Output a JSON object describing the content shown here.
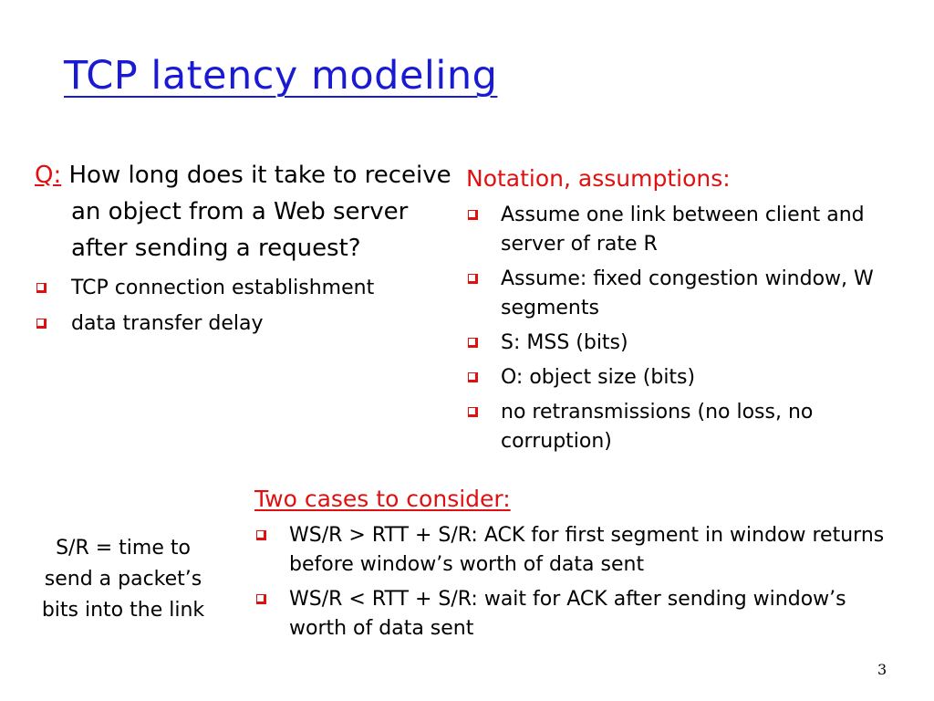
{
  "title": "TCP latency modeling",
  "question": {
    "label": "Q:",
    "text": "How long does it take to receive an object from a Web server after sending a request?",
    "bullets": [
      "TCP connection establishment",
      "data transfer delay"
    ]
  },
  "notation": {
    "heading": "Notation, assumptions:",
    "bullets": [
      "Assume one link between client and server of rate R",
      "Assume: fixed congestion window, W segments",
      "S: MSS (bits)",
      "O: object size (bits)",
      "no retransmissions (no loss, no corruption)"
    ]
  },
  "cases": {
    "heading": "Two cases to consider:",
    "bullets": [
      "WS/R > RTT + S/R: ACK for first segment in window returns before window’s worth of data sent",
      "WS/R < RTT + S/R: wait for ACK after sending window’s worth of data sent"
    ]
  },
  "side_note": "S/R = time to send a packet’s bits into the link",
  "page_number": "3",
  "colors": {
    "title": "#1a1ad4",
    "accent_red": "#e01010"
  }
}
